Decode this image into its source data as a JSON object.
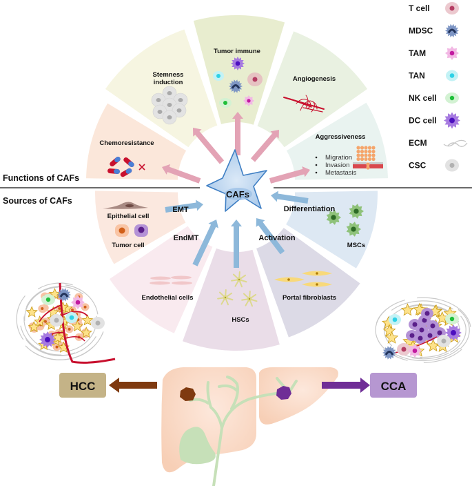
{
  "sections": {
    "functions_label": "Functions of CAFs",
    "sources_label": "Sources of CAFs"
  },
  "center": {
    "label": "CAFs",
    "fill": "#b9d4ee",
    "stroke": "#3f7fc4"
  },
  "functions": [
    {
      "id": "chemoresistance",
      "label": "Chemoresistance",
      "color": "#fbe7da",
      "icon": "capsule-pills-with-x-icon"
    },
    {
      "id": "stemness",
      "label_line1": "Stemness",
      "label_line2": "induction",
      "color": "#f6f5e1",
      "icon": "stem-cell-cluster-icon"
    },
    {
      "id": "tumor-immune",
      "label": "Tumor immune",
      "color": "#e8edcf",
      "icon": "immune-cells-icon"
    },
    {
      "id": "angiogenesis",
      "label": "Angiogenesis",
      "color": "#e9f1e1",
      "icon": "blood-vessels-icon"
    },
    {
      "id": "aggressiveness",
      "label": "Aggressiveness",
      "color": "#e9f3f0",
      "icon": "invading-cells-icon",
      "bullets": [
        "Migration",
        "Invasion",
        "Metastasis"
      ]
    }
  ],
  "sources": [
    {
      "id": "epithelial-tumor",
      "label_top": "Epithelial cell",
      "label_bottom": "Tumor cell",
      "color": "#fbe8df",
      "arrow_label": "EMT"
    },
    {
      "id": "endothelial",
      "label": "Endothelial cells",
      "color": "#f9eaef",
      "arrow_label": "EndMT"
    },
    {
      "id": "hsc",
      "label": "HSCs",
      "color": "#eadde8",
      "arrow_label": "Activation"
    },
    {
      "id": "portal-fibroblasts",
      "label": "Portal fibroblasts",
      "color": "#dcdae6",
      "arrow_label": ""
    },
    {
      "id": "msc",
      "label": "MSCs",
      "color": "#dde8f3",
      "arrow_label": "Differentiation"
    }
  ],
  "arrow_colors": {
    "functions": "#e3a3b5",
    "sources": "#8db8da"
  },
  "legend": [
    {
      "label": "T cell",
      "icon": "t-cell-icon"
    },
    {
      "label": "MDSC",
      "icon": "mdsc-icon"
    },
    {
      "label": "TAM",
      "icon": "tam-icon"
    },
    {
      "label": "TAN",
      "icon": "tan-icon"
    },
    {
      "label": "NK cell",
      "icon": "nk-cell-icon"
    },
    {
      "label": "DC cell",
      "icon": "dc-cell-icon"
    },
    {
      "label": "ECM",
      "icon": "ecm-fiber-icon"
    },
    {
      "label": "CSC",
      "icon": "csc-icon"
    }
  ],
  "outcomes": {
    "hcc": {
      "label": "HCC",
      "box_color": "#c4b387",
      "arrow_color": "#7f3a10"
    },
    "cca": {
      "label": "CCA",
      "box_color": "#b697d1",
      "arrow_color": "#6f2d96"
    }
  },
  "liver": {
    "fill": "#f9d5c0",
    "bile_duct_color": "#c6e0b8",
    "hcc_tumor_color": "#7f3a10",
    "cca_tumor_color": "#6f2d96"
  }
}
